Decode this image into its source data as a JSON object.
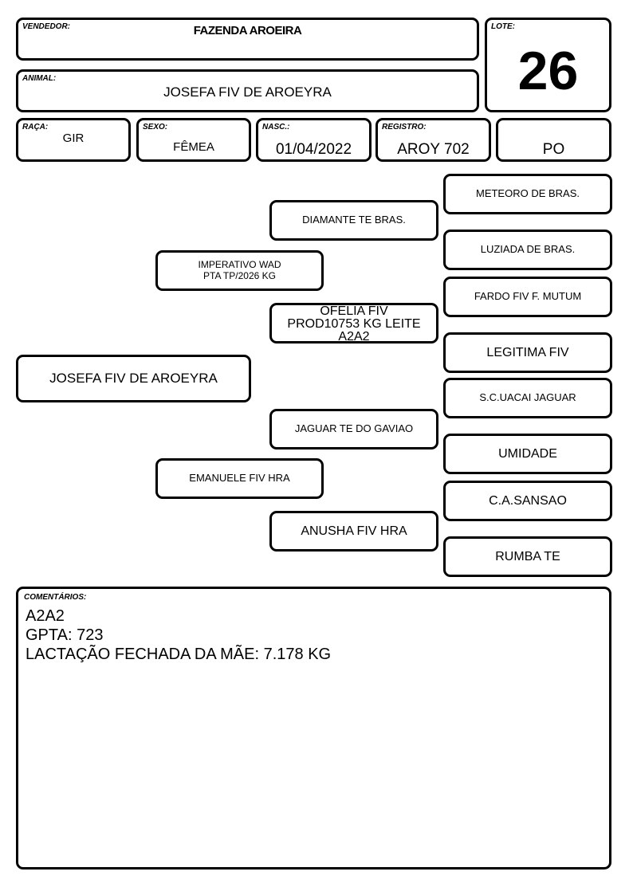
{
  "header": {
    "seller": {
      "label": "VENDEDOR:",
      "value": "FAZENDA AROEIRA"
    },
    "lot": {
      "label": "LOTE:",
      "value": "26"
    },
    "animal": {
      "label": "ANIMAL:",
      "value": "JOSEFA FIV DE AROEYRA"
    },
    "breed": {
      "label": "RAÇA:",
      "value": "GIR"
    },
    "sex": {
      "label": "SEXO:",
      "value": "FÊMEA"
    },
    "birth": {
      "label": "NASC.:",
      "value": "01/04/2022"
    },
    "registry": {
      "label": "REGISTRO:",
      "value": "AROY 702"
    },
    "category": {
      "label": "",
      "value": "PO"
    }
  },
  "pedigree": {
    "animal": "JOSEFA FIV DE AROEYRA",
    "sire": {
      "line1": "IMPERATIVO WAD",
      "line2": "PTA TP/2026 KG"
    },
    "dam": "EMANUELE FIV HRA",
    "sire_sire": "DIAMANTE TE BRAS.",
    "sire_dam": {
      "line1": "OFELIA FIV",
      "line2": "PROD10753 KG LEITE",
      "line3": "A2A2"
    },
    "dam_sire": "JAGUAR TE DO GAVIAO",
    "dam_dam": "ANUSHA FIV HRA",
    "ggp": [
      "METEORO DE BRAS.",
      "LUZIADA DE BRAS.",
      "FARDO FIV F. MUTUM",
      "LEGITIMA FIV",
      "S.C.UACAI JAGUAR",
      "UMIDADE",
      "C.A.SANSAO",
      "RUMBA TE"
    ]
  },
  "comments": {
    "label": "COMENTÁRIOS:",
    "lines": [
      "A2A2",
      "GPTA: 723",
      "LACTAÇÃO FECHADA DA MÃE: 7.178 KG"
    ]
  }
}
